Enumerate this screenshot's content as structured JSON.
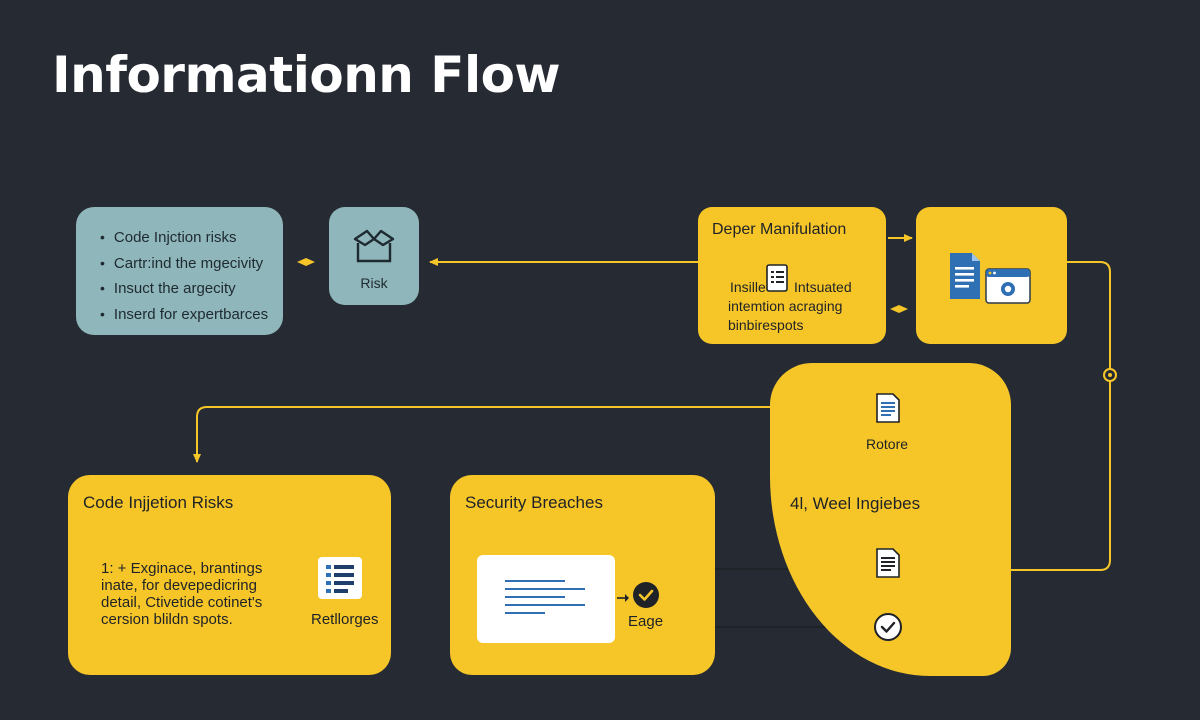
{
  "title": "Informationn Flow",
  "nodes": {
    "risk_list": {
      "items": [
        "Code Injction risks",
        "Cartr:ind the mgecivity",
        "Insuct the argecity",
        "Inserd for expertbarces"
      ]
    },
    "risk": {
      "label": "Risk",
      "icon": "box-icon"
    },
    "manipulation": {
      "heading": "Deper Manifulation",
      "line1a": "Insille",
      "line1b": "Intsuated",
      "line2": "intemtion acraging",
      "line3": "binbirespots",
      "icon": "document-icon"
    },
    "app": {
      "icon": "document-browser-icon"
    },
    "rotore": {
      "label": "Rotore",
      "subheading": "4l, Weel Ingiebes",
      "icon": "document-icon"
    },
    "code_injection": {
      "heading": "Code Injjetion Risks",
      "desc": [
        "1: + Exginace, brantings",
        "inate, for devepedicring",
        "detail, Ctivetide cotinet's",
        "cersion blildn spots."
      ],
      "icon_label": "Retllorges",
      "icon": "checklist-icon"
    },
    "security": {
      "heading": "Security Breaches",
      "icon_label": "Eage",
      "icon": "check-circle-icon"
    }
  },
  "colors": {
    "background": "#262b33",
    "yellow": "#f6c629",
    "teal": "#8fb6bb",
    "connector": "#f6c629"
  }
}
